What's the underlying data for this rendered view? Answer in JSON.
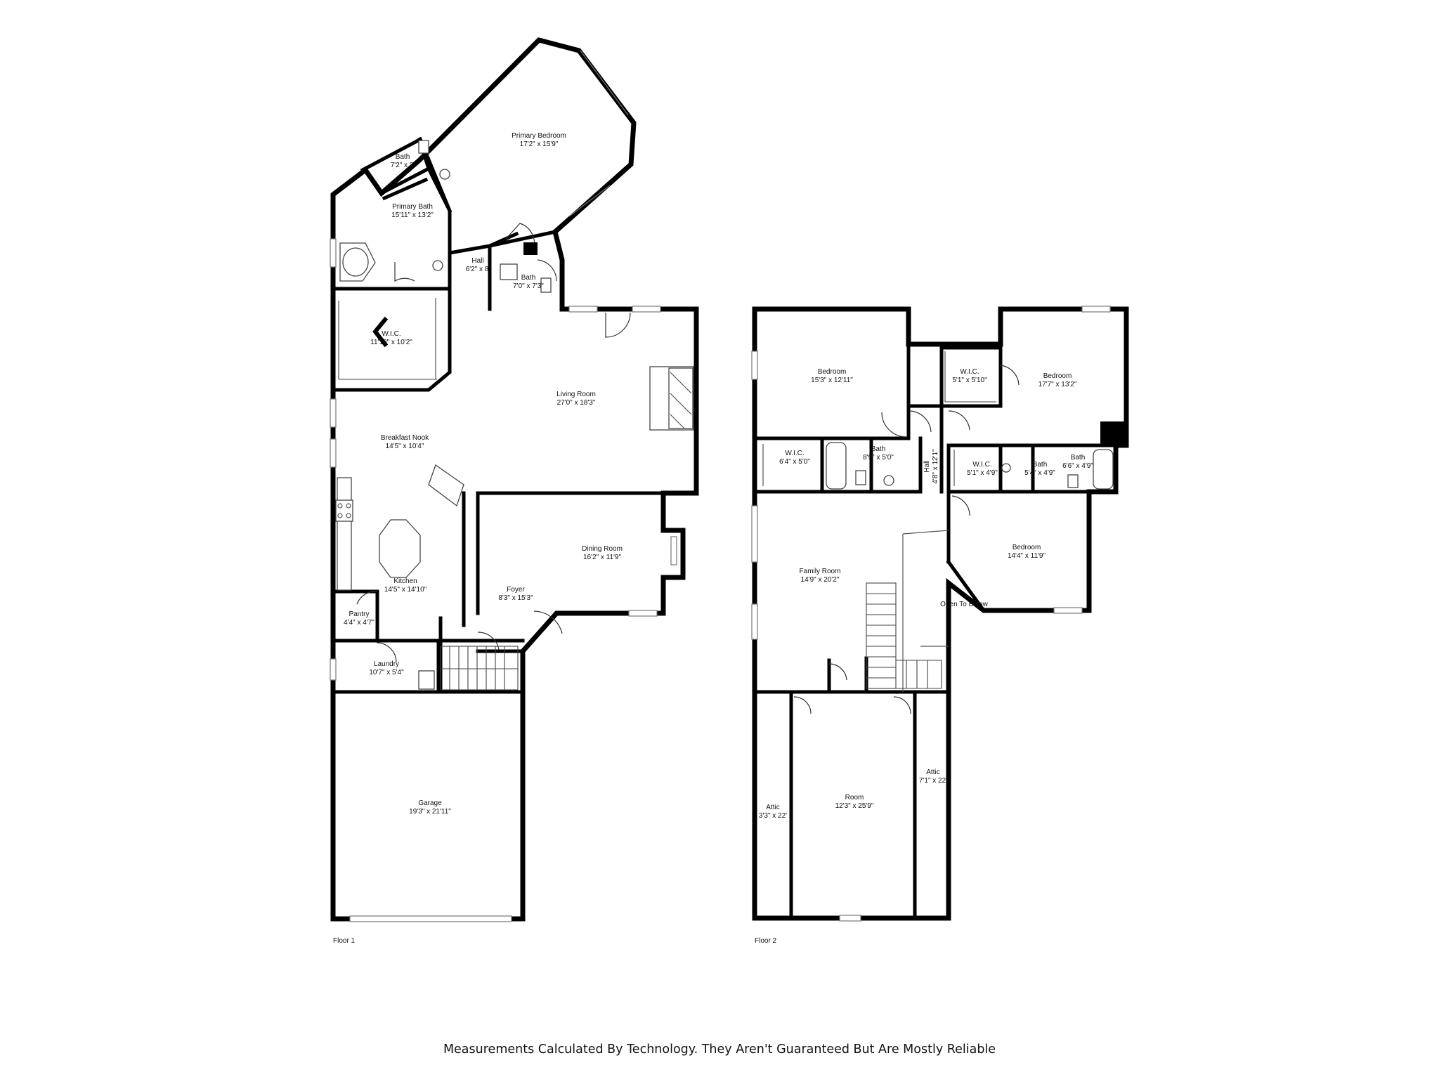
{
  "floors": [
    {
      "label": "Floor 1",
      "rooms": [
        {
          "key": "primary-bedroom",
          "name": "Primary Bedroom",
          "dims": "17'2\" x 15'9\""
        },
        {
          "key": "bath-upper",
          "name": "Bath",
          "dims": "7'2\" x 2'"
        },
        {
          "key": "primary-bath",
          "name": "Primary Bath",
          "dims": "15'11\" x 13'2\""
        },
        {
          "key": "hall",
          "name": "Hall",
          "dims": "6'2\" x 8'"
        },
        {
          "key": "bath-half",
          "name": "Bath",
          "dims": "7'0\" x 7'3\""
        },
        {
          "key": "wic",
          "name": "W.I.C.",
          "dims": "11'10\" x 10'2\""
        },
        {
          "key": "living-room",
          "name": "Living Room",
          "dims": "27'0\" x 18'3\""
        },
        {
          "key": "breakfast-nook",
          "name": "Breakfast Nook",
          "dims": "14'5\" x 10'4\""
        },
        {
          "key": "dining-room",
          "name": "Dining Room",
          "dims": "16'2\" x 11'9\""
        },
        {
          "key": "kitchen",
          "name": "Kitchen",
          "dims": "14'5\" x 14'10\""
        },
        {
          "key": "foyer",
          "name": "Foyer",
          "dims": "8'3\" x 15'3\""
        },
        {
          "key": "pantry",
          "name": "Pantry",
          "dims": "4'4\" x 4'7\""
        },
        {
          "key": "laundry",
          "name": "Laundry",
          "dims": "10'7\" x 5'4\""
        },
        {
          "key": "garage",
          "name": "Garage",
          "dims": "19'3\" x 21'11\""
        }
      ]
    },
    {
      "label": "Floor 2",
      "rooms": [
        {
          "key": "bedroom-nw",
          "name": "Bedroom",
          "dims": "15'3\" x 12'11\""
        },
        {
          "key": "wic-mid",
          "name": "W.I.C.",
          "dims": "5'1\" x 5'10\""
        },
        {
          "key": "bedroom-ne",
          "name": "Bedroom",
          "dims": "17'7\" x 13'2\""
        },
        {
          "key": "wic-w",
          "name": "W.I.C.",
          "dims": "6'4\" x 5'0\""
        },
        {
          "key": "bath-w",
          "name": "Bath",
          "dims": "8'9\" x 5'0\""
        },
        {
          "key": "hall",
          "name": "Hall",
          "dims": "4'8\" x 12'1\""
        },
        {
          "key": "wic-e",
          "name": "W.I.C.",
          "dims": "5'1\" x 4'9\""
        },
        {
          "key": "bath-e1",
          "name": "Bath",
          "dims": "5'4\" x 4'9\""
        },
        {
          "key": "bath-e2",
          "name": "Bath",
          "dims": "6'6\" x 4'9\""
        },
        {
          "key": "bedroom-se",
          "name": "Bedroom",
          "dims": "14'4\" x 11'9\""
        },
        {
          "key": "family-room",
          "name": "Family Room",
          "dims": "14'9\" x 20'2\""
        },
        {
          "key": "open-to-below",
          "name": "Open To Below",
          "dims": ""
        },
        {
          "key": "room",
          "name": "Room",
          "dims": "12'3\" x 25'9\""
        },
        {
          "key": "attic-e",
          "name": "Attic",
          "dims": "7'1\" x 22'"
        },
        {
          "key": "attic-w",
          "name": "Attic",
          "dims": "3'3\" x 22'"
        }
      ]
    }
  ],
  "disclaimer": "Measurements Calculated By Technology. They Aren't Guaranteed But Are Mostly Reliable"
}
